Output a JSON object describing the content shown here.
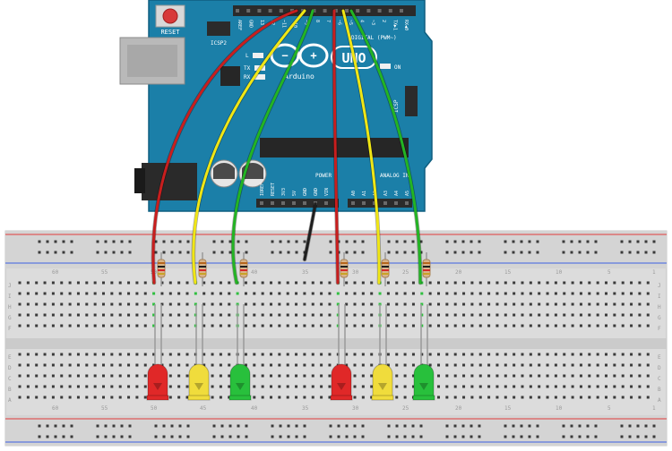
{
  "board": {
    "reset_label": "RESET",
    "icsp2_label": "ICSP2",
    "icsp_label": "ICSP",
    "l_label": "L",
    "tx_label": "TX",
    "rx_label": "RX",
    "on_label": "ON",
    "brand_label": "Arduino",
    "uno_label": "UNO",
    "digital_label": "DIGITAL (PWM~)",
    "power_label": "POWER",
    "analog_label": "ANALOG IN",
    "top_header_labels": [
      "AREF",
      "GND",
      "13",
      "12",
      "~11",
      "~10",
      "~9",
      "8",
      "7",
      "~6",
      "~5",
      "4",
      "~3",
      "2",
      "TX▶1",
      "RX◀0"
    ],
    "power_header_labels": [
      "IOREF",
      "RESET",
      "3V3",
      "5V",
      "GND",
      "GND",
      "VIN"
    ],
    "analog_header_labels": [
      "A0",
      "A1",
      "A2",
      "A3",
      "A4",
      "A5"
    ],
    "colors": {
      "pcb": "#1b7fa8",
      "header": "#2b2b2b",
      "pcb_text": "#ffffff"
    }
  },
  "breadboard": {
    "column_numbers": [
      "60",
      "55",
      "50",
      "45",
      "40",
      "35",
      "30",
      "25",
      "20",
      "15",
      "10",
      "5",
      "1"
    ],
    "row_letters_top": [
      "J",
      "I",
      "H",
      "G",
      "F"
    ],
    "row_letters_bottom": [
      "E",
      "D",
      "C",
      "B",
      "A"
    ],
    "colors": {
      "body": "#dcdcdc",
      "rail_red": "#e23b3b",
      "rail_blue": "#3b5fe2",
      "hole": "#3a3a3a",
      "active_hole": "#2fbf3f"
    }
  },
  "leds": [
    {
      "color_name": "red",
      "color": "#e02828"
    },
    {
      "color_name": "yellow",
      "color": "#f0dc3c"
    },
    {
      "color_name": "green",
      "color": "#28c03c"
    },
    {
      "color_name": "red",
      "color": "#e02828"
    },
    {
      "color_name": "yellow",
      "color": "#f0dc3c"
    },
    {
      "color_name": "green",
      "color": "#28c03c"
    }
  ],
  "wires": [
    {
      "color_name": "red",
      "color": "#c81e1e"
    },
    {
      "color_name": "yellow",
      "color": "#f0e614"
    },
    {
      "color_name": "green",
      "color": "#23b423"
    },
    {
      "color_name": "red",
      "color": "#c81e1e"
    },
    {
      "color_name": "yellow",
      "color": "#f0e614"
    },
    {
      "color_name": "green",
      "color": "#23b423"
    },
    {
      "color_name": "black",
      "color": "#1e1e1e"
    }
  ]
}
